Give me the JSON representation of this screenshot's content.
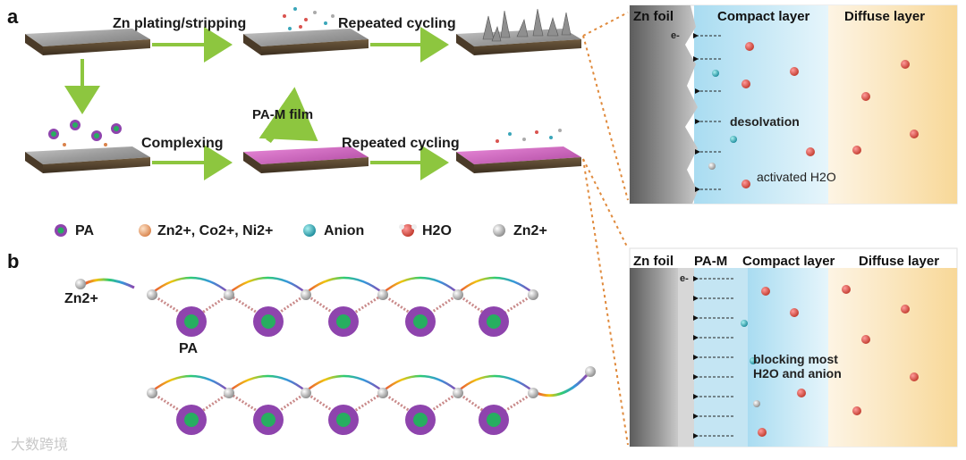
{
  "panel_a": {
    "letter": "a",
    "steps": {
      "plating": "Zn plating/stripping",
      "cycling_top": "Repeated cycling",
      "complexing": "Complexing",
      "film": "PA-M film",
      "cycling_bottom": "Repeated cycling"
    }
  },
  "legend": {
    "pa": "PA",
    "metal_ions": "Zn2+, Co2+, Ni2+",
    "anion": "Anion",
    "water": "H2O",
    "zinc_ion": "Zn2+"
  },
  "panel_b": {
    "letter": "b",
    "zn_label": "Zn2+",
    "pa_label": "PA"
  },
  "right_top": {
    "zn_foil": "Zn foil",
    "compact": "Compact layer",
    "diffuse": "Diffuse layer",
    "desolvation": "desolvation",
    "activated": "activated H2O",
    "electron": "e-"
  },
  "right_bottom": {
    "zn_foil": "Zn foil",
    "pam": "PA-M",
    "compact": "Compact layer",
    "diffuse": "Diffuse layer",
    "blocking_line1": "blocking  most",
    "blocking_line2": "H2O and anion",
    "electron": "e-"
  },
  "watermark": "大数跨境",
  "colors": {
    "arrow_green": "#8dc63f",
    "dotted_orange": "#e08a3c",
    "compact_blue": "#bfe6f5",
    "diffuse_yellow": "#fbe2ad",
    "pa_purple": "#8e44ad",
    "pa_green": "#27ae60",
    "water_red": "#d9534f"
  }
}
